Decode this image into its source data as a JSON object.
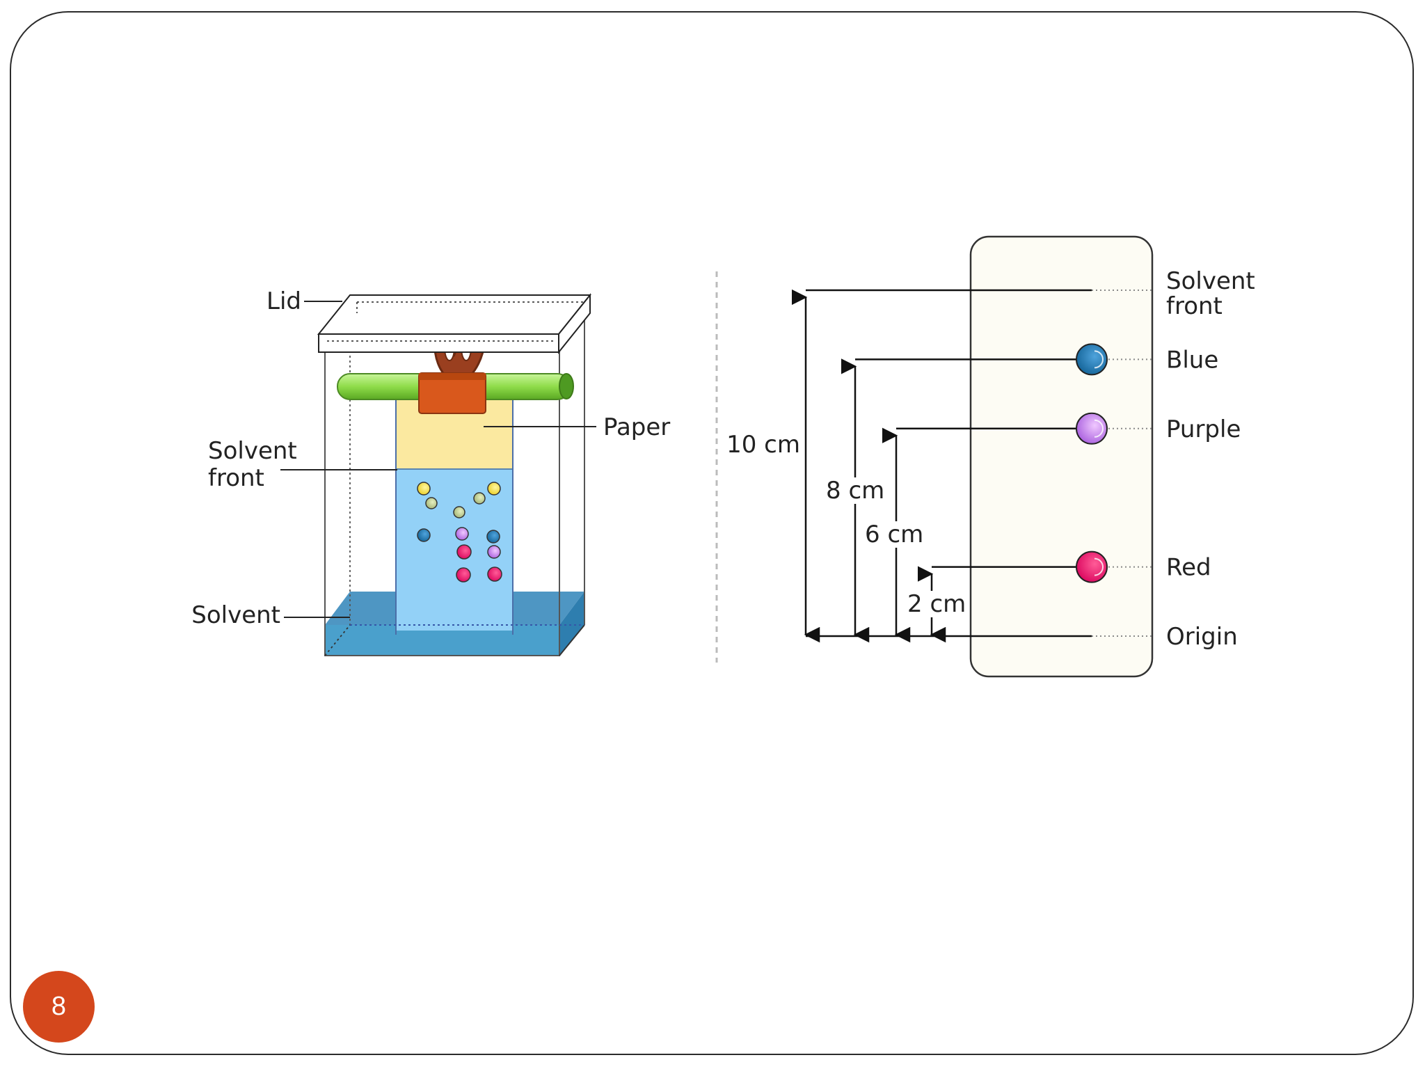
{
  "apparatus": {
    "lid_label": "Lid",
    "paper_label": "Paper",
    "solvent_front_label": [
      "Solvent",
      "front"
    ],
    "solvent_label": "Solvent"
  },
  "chromatogram": {
    "solvent_front_label": [
      "Solvent",
      "front"
    ],
    "origin_label": "Origin",
    "spots": [
      {
        "name": "Blue",
        "distance_cm": 8,
        "color": "#1f6fa6"
      },
      {
        "name": "Purple",
        "distance_cm": 6,
        "color": "#b36be3"
      },
      {
        "name": "Red",
        "distance_cm": 2,
        "color": "#e0115f"
      }
    ],
    "distances": [
      {
        "label": "10 cm",
        "value_cm": 10
      },
      {
        "label": "8 cm",
        "value_cm": 8
      },
      {
        "label": "6 cm",
        "value_cm": 6
      },
      {
        "label": "2 cm",
        "value_cm": 2
      }
    ]
  },
  "slide": {
    "page_number": "8",
    "badge_color": "#d4471c"
  }
}
